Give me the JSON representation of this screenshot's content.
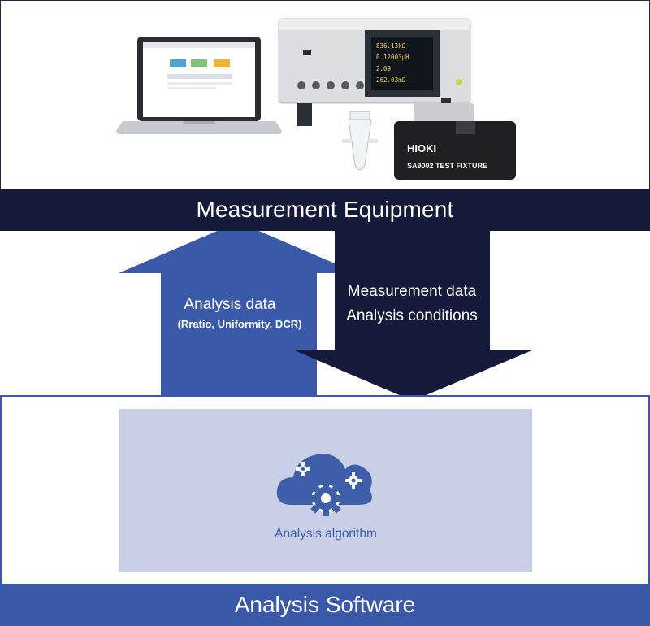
{
  "equipment": {
    "banner_title": "Measurement Equipment",
    "brand": "HIOKI",
    "fixture_label": "SA9002   TEST FIXTURE",
    "display_lines": [
      "836.13kΩ",
      "0.12003μH",
      "2.09",
      "262.03mΩ"
    ]
  },
  "flows": {
    "up_label": "Analysis data",
    "up_sublabel": "(Rratio, Uniformity, DCR)",
    "down_label_1": "Measurement data",
    "down_label_2": "Analysis conditions"
  },
  "software": {
    "algorithm_label": "Analysis algorithm",
    "banner_title": "Analysis Software"
  },
  "colors": {
    "navy": "#161a3a",
    "blue": "#3a5aa9",
    "panel": "#c8cfe6"
  }
}
